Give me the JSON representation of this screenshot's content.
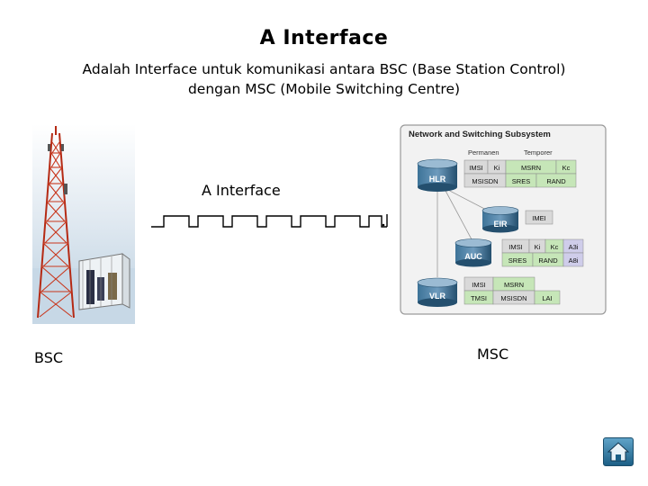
{
  "title": "A Interface",
  "description_line1": "Adalah Interface untuk komunikasi antara BSC (Base Station Control)",
  "description_line2": "dengan MSC (Mobile Switching Centre)",
  "link_label": "A Interface",
  "left_label": "BSC",
  "right_label": "MSC",
  "nss": {
    "title": "Network and Switching Subsystem",
    "col_permanen": "Permanen",
    "col_temporer": "Temporer",
    "hlr": {
      "name": "HLR",
      "row1": [
        "IMSI",
        "Ki",
        "MSRN",
        "Kc"
      ],
      "row2": [
        "MSISDN",
        "SRES",
        "RAND"
      ]
    },
    "eir": {
      "name": "EIR",
      "cell": "IMEI"
    },
    "auc": {
      "name": "AUC",
      "row1": [
        "IMSI",
        "Ki",
        "Kc",
        "A3i"
      ],
      "row2": [
        "SRES",
        "RAND",
        "A8i"
      ]
    },
    "vlr": {
      "name": "VLR",
      "row1": [
        "IMSI",
        "MSRN"
      ],
      "row2": [
        "TMSI",
        "MSISDN",
        "LAI"
      ]
    }
  },
  "colors": {
    "permanent_cell": "#d9d9d9",
    "temporary_cell": "#c6e6b8",
    "algo_cell": "#cfcdea",
    "database": "#2e5f82",
    "home_button": "#2d7aa8"
  },
  "icons": {
    "home": "home-icon"
  }
}
